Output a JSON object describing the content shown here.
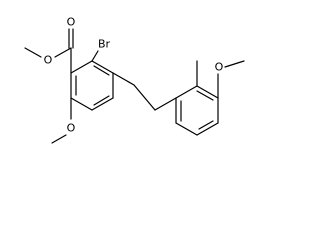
{
  "molecule": {
    "atoms": {
      "ester_oxygen": "O",
      "carbonyl_oxygen": "O",
      "bromine": "Br",
      "methoxy_oxygen_left": "O",
      "methoxy_oxygen_right": "O"
    }
  }
}
